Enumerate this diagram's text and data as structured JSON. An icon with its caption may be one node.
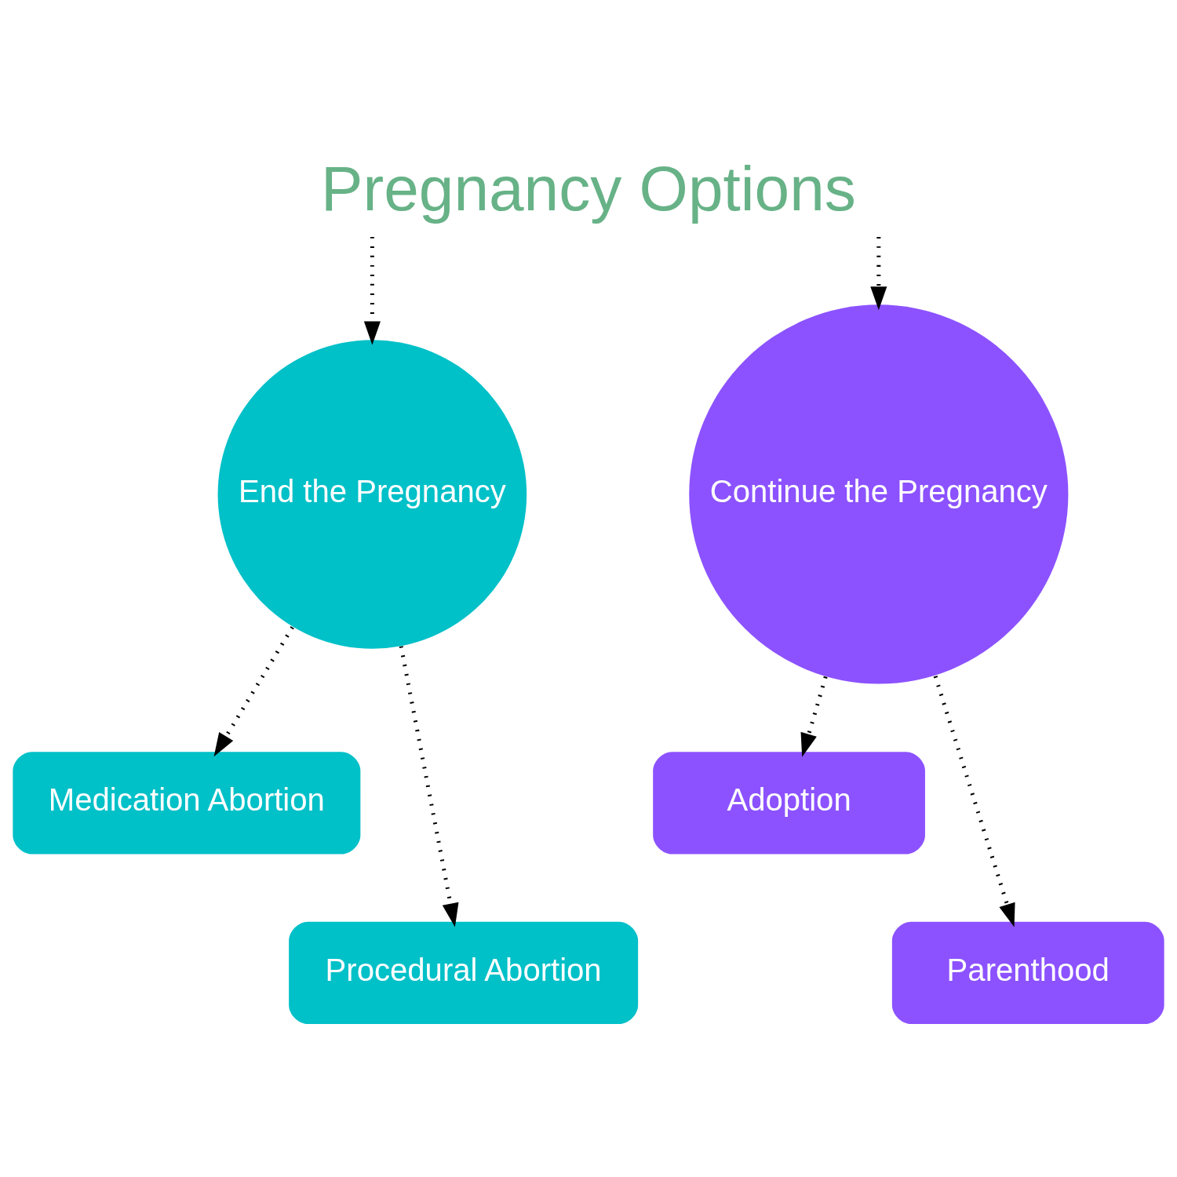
{
  "diagram": {
    "title": "Pregnancy Options",
    "nodes": [
      {
        "text": [
          "End the Pregnancy"
        ]
      },
      {
        "text": [
          "Continue the Pregnancy"
        ]
      },
      {
        "text": [
          "Medication Abortion"
        ]
      },
      {
        "text": [
          "Adoption"
        ]
      },
      {
        "text": [
          "Procedural Abortion"
        ]
      },
      {
        "text": [
          "Parenthood"
        ]
      }
    ],
    "edges": [
      {
        "from": null,
        "to": 0,
        "arrow": "to",
        "style": "dashed"
      },
      {
        "from": null,
        "to": 1,
        "arrow": "to",
        "style": "dashed"
      },
      {
        "from": 0,
        "to": 2,
        "arrow": "to",
        "style": "dashed"
      },
      {
        "from": 0,
        "to": 4,
        "arrow": "to",
        "style": "dashed"
      },
      {
        "from": 1,
        "to": 5,
        "arrow": "to",
        "style": "dashed"
      },
      {
        "from": 1,
        "to": 3,
        "arrow": "to",
        "style": "dashed"
      }
    ]
  }
}
